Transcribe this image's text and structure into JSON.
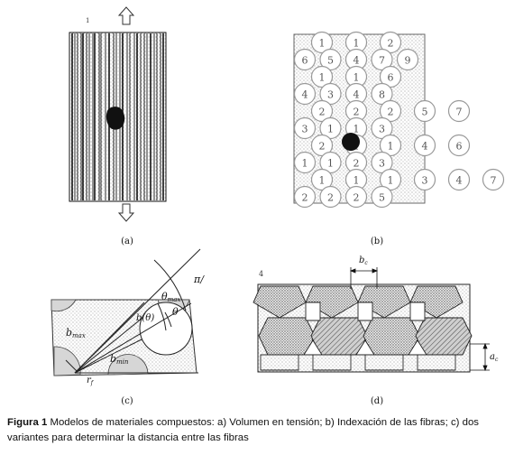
{
  "figure": {
    "panel_labels": [
      "(a)",
      "(b)",
      "(c)",
      "(d)"
    ],
    "panel_a": {
      "marker": "1"
    },
    "panel_b": {
      "grid_rows": [
        [
          "1",
          "1",
          "2"
        ],
        [
          "6",
          "5",
          "4",
          "7",
          "9"
        ],
        [
          "1",
          "1",
          "6"
        ],
        [
          "4",
          "3",
          "4",
          "8"
        ],
        [
          "2",
          "2",
          "2",
          "5",
          "7"
        ],
        [
          "3",
          "1",
          "1",
          "3"
        ],
        [
          "2",
          "1",
          "1",
          "4",
          "6"
        ],
        [
          "1",
          "1",
          "2",
          "3"
        ],
        [
          "1",
          "1",
          "1",
          "3",
          "4",
          "7"
        ],
        [
          "2",
          "2",
          "2",
          "5"
        ]
      ]
    },
    "panel_c": {
      "labels": {
        "angle_top": "π/",
        "theta_max": "θ",
        "theta_max_sub": "max",
        "theta": "θ",
        "b_theta": "b(θ)",
        "b_max": "b",
        "b_max_sub": "max",
        "b_min": "b",
        "b_min_sub": "min",
        "r_f": "r",
        "r_f_sub": "f"
      }
    },
    "panel_d": {
      "marker": "4",
      "labels": {
        "b_c": "b",
        "b_c_sub": "c",
        "a_c": "a",
        "a_c_sub": "c"
      }
    }
  },
  "caption": {
    "label": "Figura 1",
    "text": " Modelos de materiales compuestos: a) Volumen en tensión; b) Indexación de las fibras;  c) dos variantes para determinar la distancia entre las fibras"
  }
}
